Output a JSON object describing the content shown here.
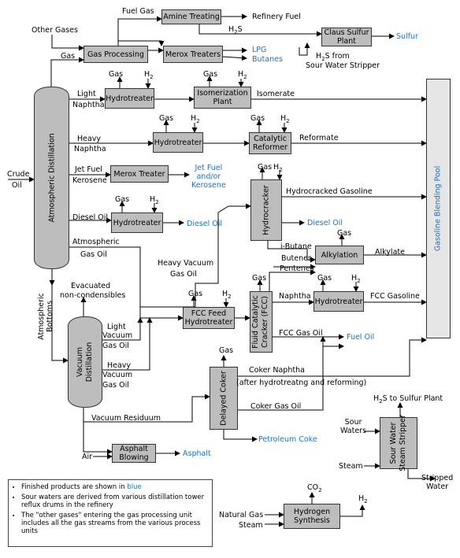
{
  "units": {
    "amine_treating": "Amine Treating",
    "claus_sulfur_plant": [
      "Claus Sulfur",
      "Plant"
    ],
    "gas_processing": "Gas Processing",
    "merox_treaters": "Merox Treaters",
    "atmospheric_distillation": "Atmospheric Distillation",
    "hydrotreater": "Hydrotreater",
    "isomerization_plant": [
      "Isomerization",
      "Plant"
    ],
    "catalytic_reformer": [
      "Catalytic",
      "Reformer"
    ],
    "merox_treater": "Merox Treater",
    "hydrocracker": "Hydrocracker",
    "alkylation": "Alkylation",
    "fcc_feed_hydrotreater": [
      "FCC Feed",
      "Hydrotreater"
    ],
    "fcc": [
      "Fluid Catalytic",
      "Cracker (FCC)"
    ],
    "vacuum_distillation": [
      "Vacuum",
      "Distillation"
    ],
    "delayed_coker": "Delayed Coker",
    "asphalt_blowing": [
      "Asphalt",
      "Blowing"
    ],
    "sour_water_steam_stripper": [
      "Sour Water",
      "Steam Stripper"
    ],
    "hydrogen_synthesis": [
      "Hydrogen",
      "Synthesis"
    ],
    "gasoline_blending_pool": "Gasoline Blending Pool"
  },
  "streams": {
    "fuel_gas": "Fuel  Gas",
    "refinery_fuel": "Refinery Fuel",
    "h2s": "H",
    "h2s_sub": "2",
    "h2s_tail": "S",
    "other_gases": "Other Gases",
    "gas": "Gas",
    "h2": "H",
    "h2_sub": "2",
    "h2s_from_sour": "S from",
    "sour_water_stripper": "Sour Water Stripper",
    "light": "Light",
    "naphtha": "Naphtha",
    "isomerate": "Isomerate",
    "heavy": "Heavy",
    "reformate": "Reformate",
    "crude": "Crude",
    "oil": "Oil",
    "jet_fuel": "Jet Fuel",
    "kerosene": "Kerosene",
    "hydrocracked_gasoline": "Hydrocracked Gasoline",
    "diesel_oil_in": "Diesel Oil",
    "i_butane": "i-Butane",
    "atmospheric": "Atmospheric",
    "gas_oil": "Gas Oil",
    "butenes": "Butenes",
    "pentenes": "Pentenes",
    "alkylate": "Alkylate",
    "heavy_vacuum": "Heavy Vacuum",
    "evacuated": "Evacuated",
    "non_condensibles": "non-condensibles",
    "fcc_gasoline": "FCC Gasoline",
    "fcc_gas_oil": "FCC Gas Oil",
    "atmospheric_bottoms": [
      "Atmospheric",
      "Bottoms"
    ],
    "light_vacuum": "Light",
    "vacuum": "Vacuum",
    "heavy_v": "Heavy",
    "coker_naphtha": "Coker Naphtha",
    "after_hydrotreating": "(after hydrotreatng and reforming)",
    "coker_gas_oil": "Coker Gas Oil",
    "vacuum_residuum": "Vacuum Residuum",
    "h2s_to_sulfur": "S to Sulfur Plant",
    "sour_waters": [
      "Sour",
      "Waters"
    ],
    "air": "Air",
    "steam": "Steam",
    "stripped_water": [
      "Stripped",
      "Water"
    ],
    "co2": "CO",
    "co2_sub": "2",
    "natural_gas": "Natural Gas"
  },
  "products": {
    "sulfur": "Sulfur",
    "lpg": "LPG",
    "butanes": "Butanes",
    "jet_fuel": [
      "Jet Fuel",
      "and/or",
      "Kerosene"
    ],
    "diesel_oil": "Diesel Oil",
    "fuel_oil": "Fuel Oil",
    "petroleum_coke": "Petroleum Coke",
    "asphalt": "Asphalt"
  },
  "legend": {
    "item1_prefix": "Finished products are shown in ",
    "item1_blue": "blue",
    "item2": "Sour waters are derived from various distillation tower reflux drums in the refinery",
    "item3": "The \"other gases\" entering the gas processing unit includes all the gas streams from the various process units"
  },
  "colors": {
    "unit_fill": "#bdbdbd",
    "product_text": "#1a73c9",
    "line": "#000000"
  }
}
